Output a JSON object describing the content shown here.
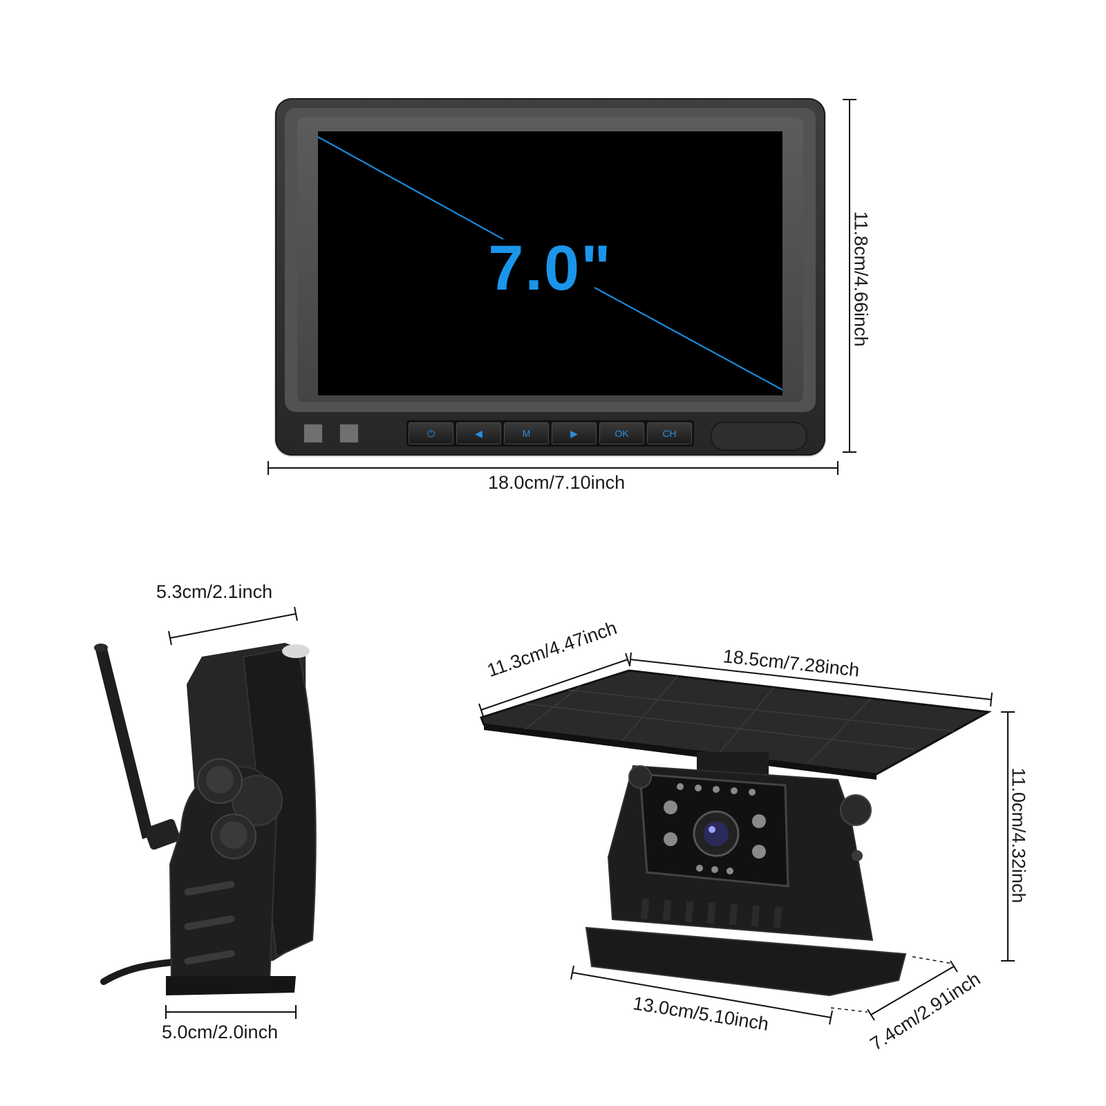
{
  "monitor": {
    "screen_size": "7.0\"",
    "height_label": "11.8cm/4.66inch",
    "width_label": "18.0cm/7.10inch",
    "buttons": [
      {
        "name": "power-button",
        "label": "⏻"
      },
      {
        "name": "left-button",
        "label": "◀"
      },
      {
        "name": "menu-button",
        "label": "M"
      },
      {
        "name": "right-button",
        "label": "▶"
      },
      {
        "name": "ok-button",
        "label": "OK"
      },
      {
        "name": "channel-button",
        "label": "CH"
      }
    ]
  },
  "side_camera": {
    "depth_label": "5.3cm/2.1inch",
    "base_label": "5.0cm/2.0inch"
  },
  "solar_camera": {
    "panel_depth_label": "11.3cm/4.47inch",
    "panel_width_label": "18.5cm/7.28inch",
    "height_label": "11.0cm/4.32inch",
    "base_width_label": "13.0cm/5.10inch",
    "base_depth_label": "7.4cm/2.91inch"
  },
  "colors": {
    "accent": "#1a95ea",
    "device": "#1c1c1c"
  }
}
